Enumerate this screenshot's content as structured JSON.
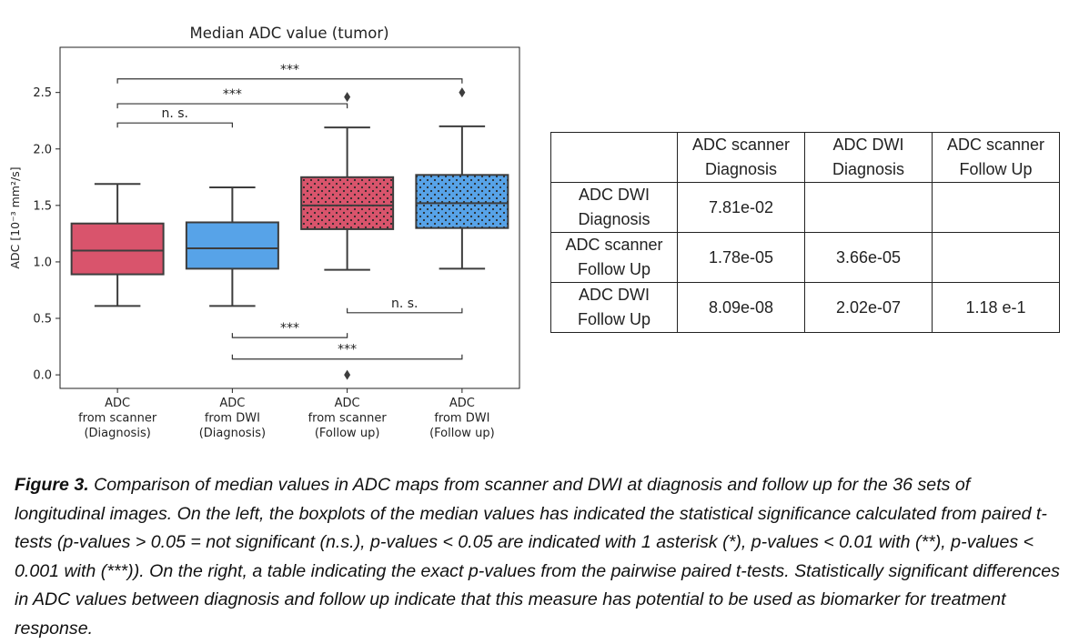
{
  "chart_data": {
    "type": "box",
    "title": "Median ADC value (tumor)",
    "ylabel": "ADC  [10⁻³ mm²/s]",
    "ylim": [
      -0.12,
      2.9
    ],
    "yticks": [
      0.0,
      0.5,
      1.0,
      1.5,
      2.0,
      2.5
    ],
    "ytick_labels": [
      "0.0",
      "0.5",
      "1.0",
      "1.5",
      "2.0",
      "2.5"
    ],
    "grid": false,
    "categories": [
      [
        "ADC",
        "from scanner",
        "(Diagnosis)"
      ],
      [
        "ADC",
        "from DWI",
        "(Diagnosis)"
      ],
      [
        "ADC",
        "from scanner",
        "(Follow up)"
      ],
      [
        "ADC",
        "from DWI",
        "(Follow up)"
      ]
    ],
    "boxes": [
      {
        "whisker_low": 0.61,
        "q1": 0.89,
        "median": 1.1,
        "q3": 1.34,
        "whisker_high": 1.69,
        "outliers": [],
        "color": "#d9546c",
        "hatch": false
      },
      {
        "whisker_low": 0.61,
        "q1": 0.94,
        "median": 1.12,
        "q3": 1.35,
        "whisker_high": 1.66,
        "outliers": [],
        "color": "#57a3e8",
        "hatch": false
      },
      {
        "whisker_low": 0.93,
        "q1": 1.29,
        "median": 1.5,
        "q3": 1.75,
        "whisker_high": 2.19,
        "outliers": [
          2.46,
          0.0
        ],
        "color": "#d9546c",
        "hatch": true
      },
      {
        "whisker_low": 0.94,
        "q1": 1.3,
        "median": 1.52,
        "q3": 1.77,
        "whisker_high": 2.2,
        "outliers": [
          2.5
        ],
        "color": "#57a3e8",
        "hatch": true
      }
    ],
    "brackets": [
      {
        "from": 0,
        "to": 3,
        "y": 2.62,
        "label": "***",
        "direction": "down"
      },
      {
        "from": 0,
        "to": 2,
        "y": 2.4,
        "label": "***",
        "direction": "down"
      },
      {
        "from": 0,
        "to": 1,
        "y": 2.23,
        "label": "n. s.",
        "direction": "down"
      },
      {
        "from": 2,
        "to": 3,
        "y": 0.55,
        "label": "n. s.",
        "direction": "up"
      },
      {
        "from": 1,
        "to": 2,
        "y": 0.33,
        "label": "***",
        "direction": "up"
      },
      {
        "from": 1,
        "to": 3,
        "y": 0.14,
        "label": "***",
        "direction": "up"
      }
    ]
  },
  "table": {
    "header": [
      "",
      [
        "ADC scanner",
        "Diagnosis"
      ],
      [
        "ADC DWI",
        "Diagnosis"
      ],
      [
        "ADC scanner",
        "Follow Up"
      ]
    ],
    "rows": [
      {
        "label": [
          "ADC DWI",
          "Diagnosis"
        ],
        "cells": [
          "7.81e-02",
          "",
          ""
        ]
      },
      {
        "label": [
          "ADC scanner",
          "Follow Up"
        ],
        "cells": [
          "1.78e-05",
          "3.66e-05",
          ""
        ]
      },
      {
        "label": [
          "ADC DWI",
          "Follow Up"
        ],
        "cells": [
          "8.09e-08",
          "2.02e-07",
          "1.18 e-1"
        ]
      }
    ]
  },
  "caption": {
    "label": "Figure 3.",
    "text": " Comparison of median values in ADC maps from scanner and DWI at diagnosis and follow up for the 36 sets of longitudinal images. On the left, the boxplots of the median values has indicated the statistical significance calculated from paired t-tests (p-values > 0.05 = not significant (n.s.), p-values < 0.05 are indicated with 1 asterisk (*), p-values < 0.01 with (**), p-values < 0.001 with (***)). On the right, a table indicating the exact p-values from the pairwise paired t-tests. Statistically significant differences in ADC values between diagnosis and follow up indicate that this measure has potential to be used as biomarker for treatment response."
  }
}
